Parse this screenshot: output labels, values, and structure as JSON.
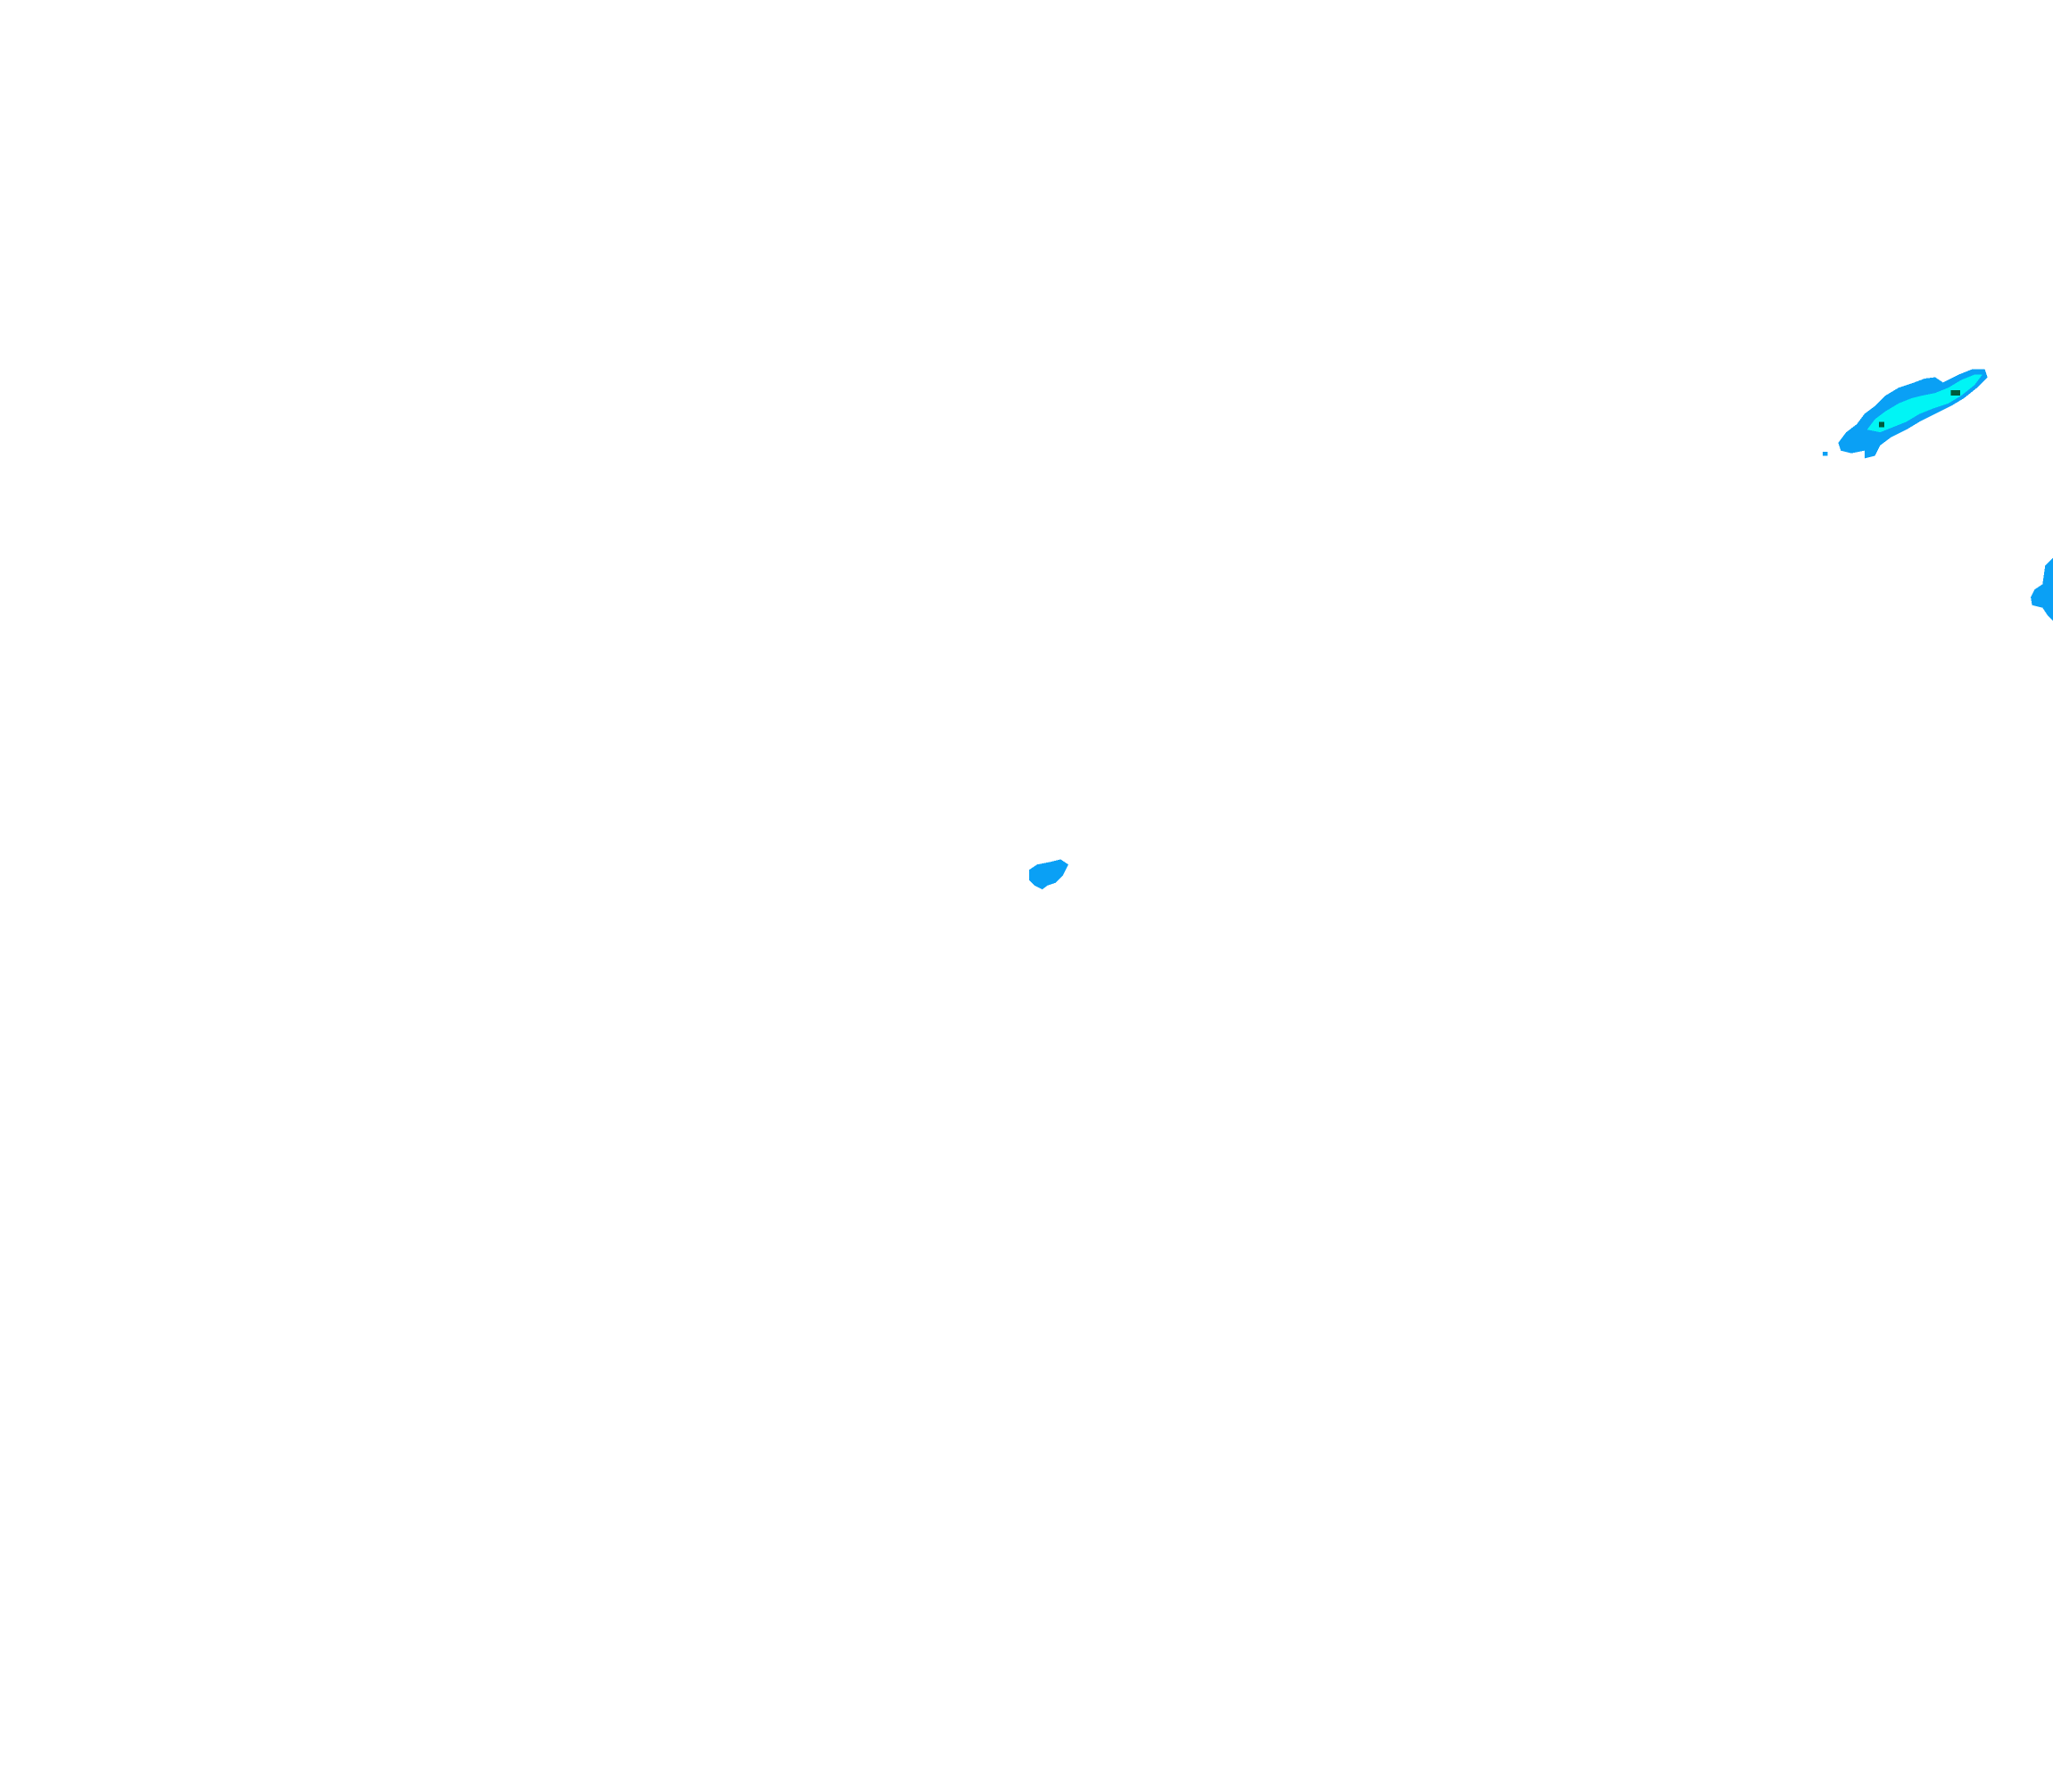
{
  "map": {
    "background_color": "#ffffff",
    "colors": {
      "low_intensity": "#0aa0f5",
      "high_intensity": "#00f5f5",
      "peak": "#005a3c"
    },
    "cells": [
      {
        "name": "precipitation-cell-northeast",
        "intensity": "high",
        "has_peak": true
      },
      {
        "name": "precipitation-cell-east-edge",
        "intensity": "low",
        "has_peak": false
      },
      {
        "name": "precipitation-cell-center",
        "intensity": "low",
        "has_peak": false
      }
    ]
  }
}
